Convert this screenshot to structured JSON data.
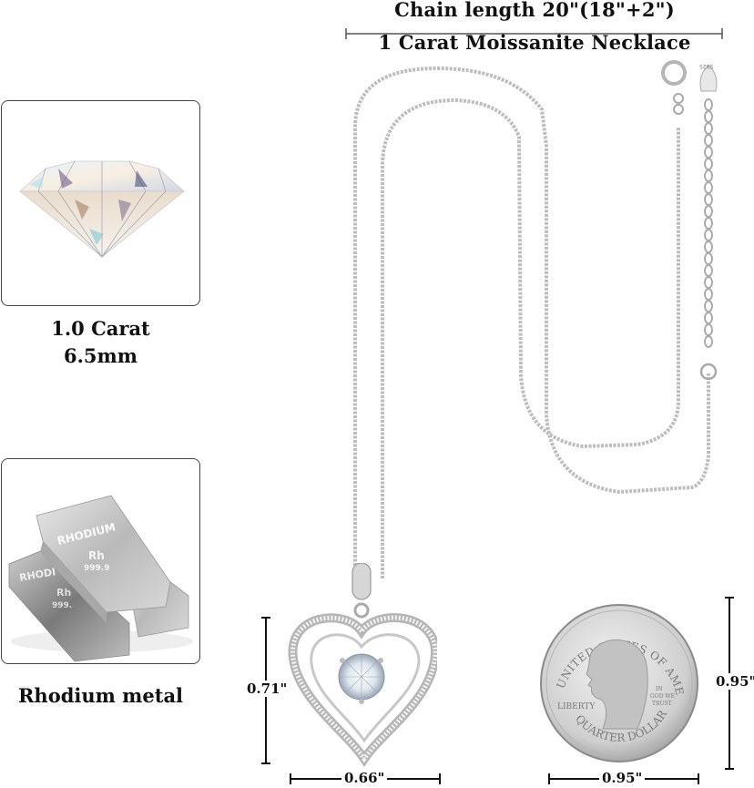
{
  "header": {
    "chain_length": "Chain length 20\"(18\"+2\")",
    "product_name": "1 Carat Moissanite Necklace"
  },
  "left_panel": {
    "stone_card": {
      "image": "moissanite-diamond",
      "caption_line1": "1.0 Carat",
      "caption_line2": "6.5mm"
    },
    "metal_card": {
      "image": "rhodium-bars",
      "bar_engraving": [
        "RHODIUM",
        "Rh",
        "999.9"
      ],
      "caption": "Rhodium metal"
    }
  },
  "pendant": {
    "image": "heart-pendant",
    "height": "0.71\"",
    "width": "0.66\""
  },
  "coin": {
    "image": "quarter-dollar",
    "inscriptions": [
      "UNITED STATES OF AMERICA",
      "LIBERTY",
      "IN GOD WE TRUST",
      "QUARTER DOLLAR"
    ],
    "height": "0.95\"",
    "width": "0.95\""
  },
  "extender_tag": "S925",
  "colors": {
    "text": "#111111",
    "silver": "#b8b8b8",
    "card_border": "#444444"
  }
}
